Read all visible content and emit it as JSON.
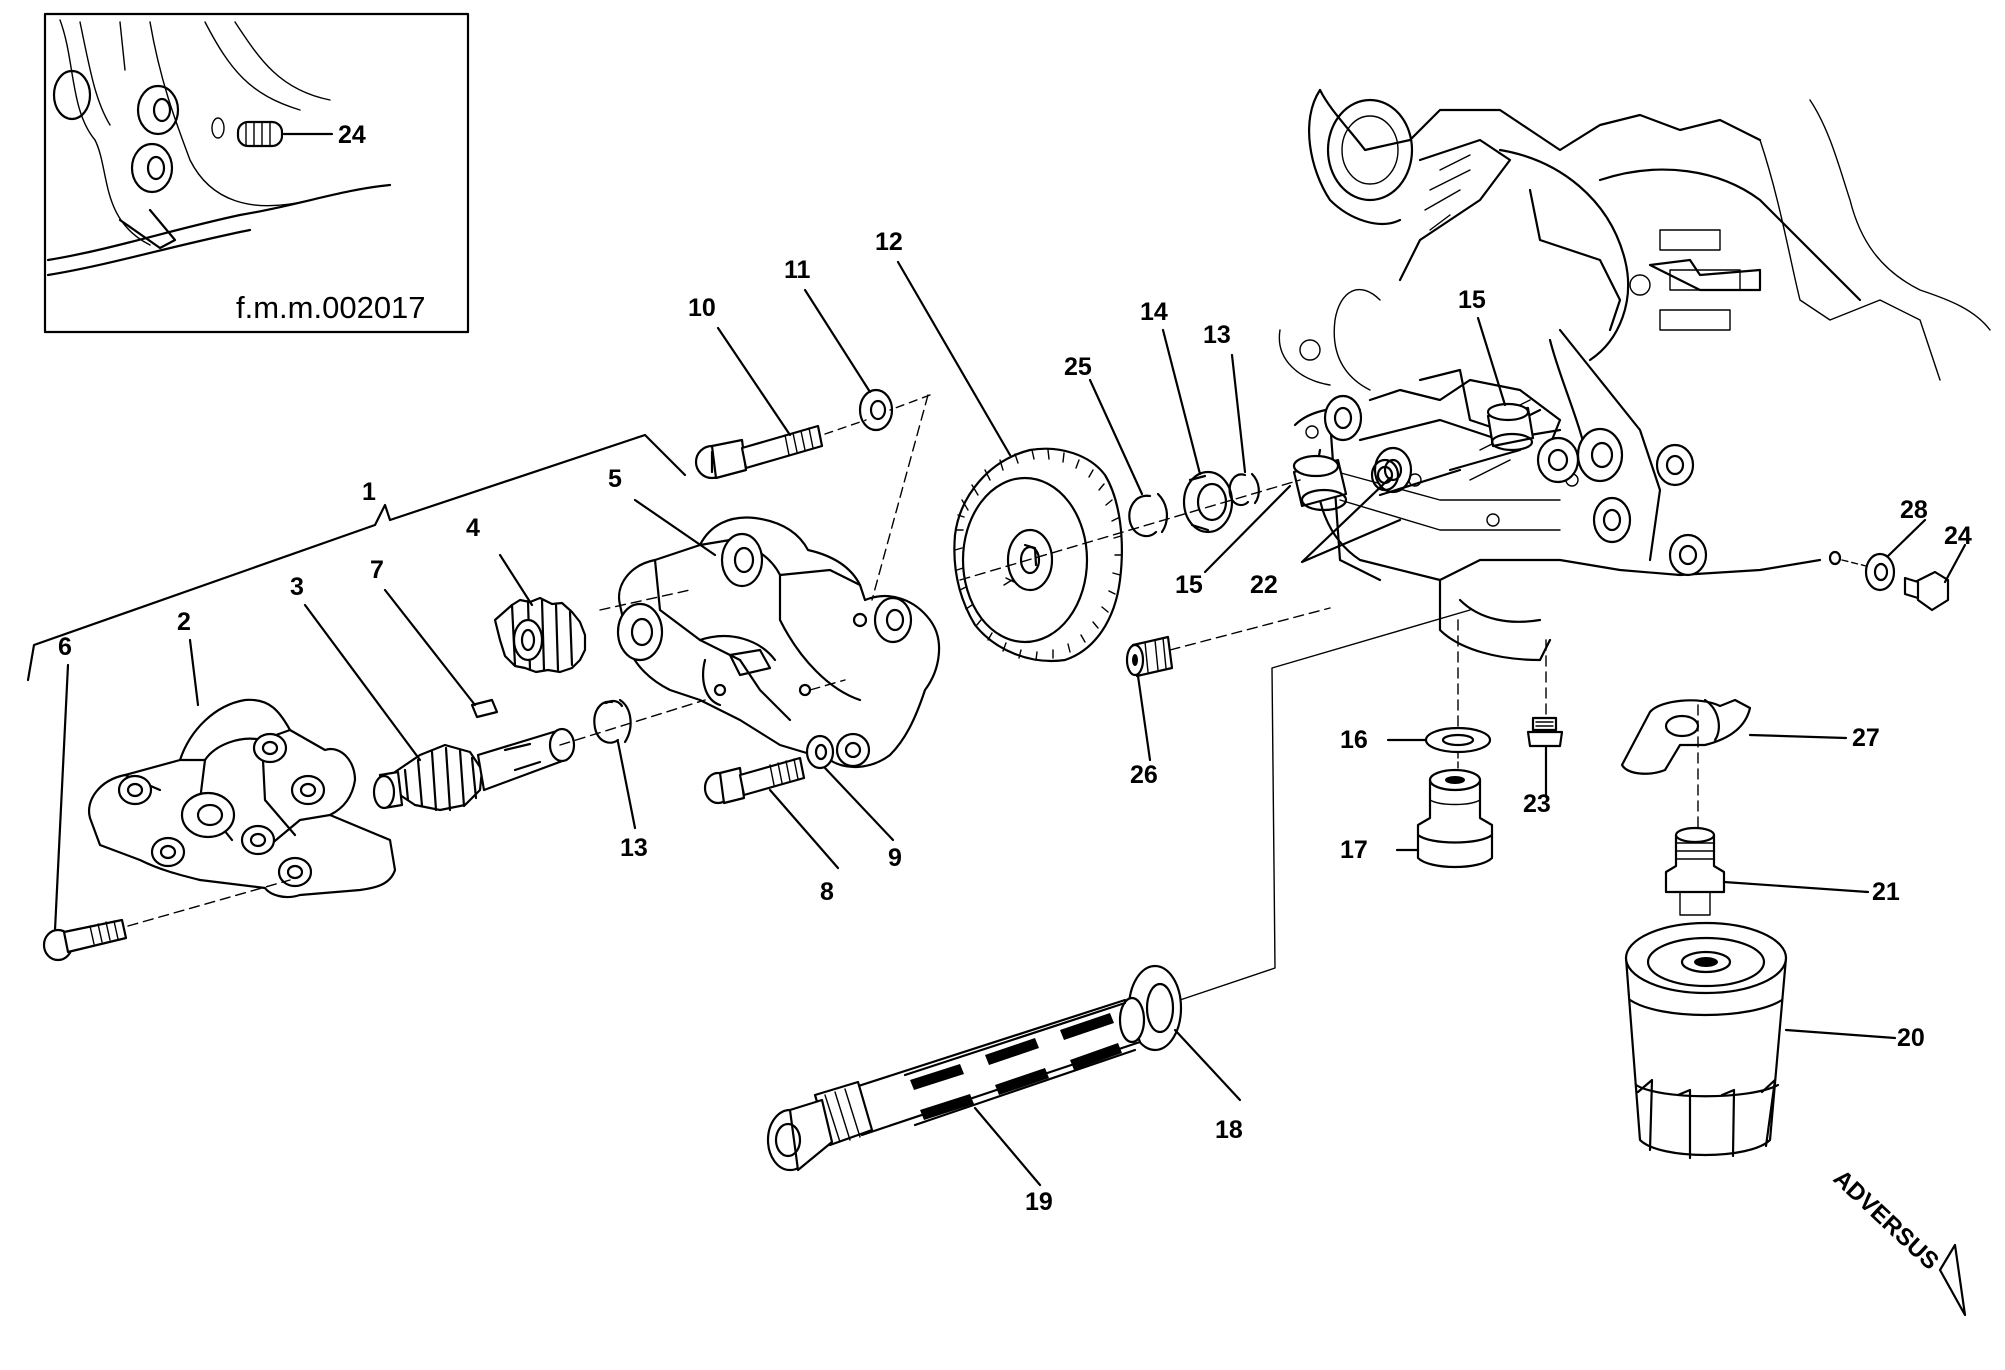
{
  "diagram": {
    "reference_code": "f.m.m.002017",
    "brand_mark": "ADVERSUS",
    "inset_labels": [
      "24"
    ],
    "labels": [
      {
        "id": "l1",
        "text": "1"
      },
      {
        "id": "l2",
        "text": "2"
      },
      {
        "id": "l3",
        "text": "3"
      },
      {
        "id": "l4",
        "text": "4"
      },
      {
        "id": "l5",
        "text": "5"
      },
      {
        "id": "l6",
        "text": "6"
      },
      {
        "id": "l7",
        "text": "7"
      },
      {
        "id": "l8",
        "text": "8"
      },
      {
        "id": "l9",
        "text": "9"
      },
      {
        "id": "l10",
        "text": "10"
      },
      {
        "id": "l11",
        "text": "11"
      },
      {
        "id": "l12",
        "text": "12"
      },
      {
        "id": "l13a",
        "text": "13"
      },
      {
        "id": "l13b",
        "text": "13"
      },
      {
        "id": "l14",
        "text": "14"
      },
      {
        "id": "l15a",
        "text": "15"
      },
      {
        "id": "l15b",
        "text": "15"
      },
      {
        "id": "l16",
        "text": "16"
      },
      {
        "id": "l17",
        "text": "17"
      },
      {
        "id": "l18",
        "text": "18"
      },
      {
        "id": "l19",
        "text": "19"
      },
      {
        "id": "l20",
        "text": "20"
      },
      {
        "id": "l21",
        "text": "21"
      },
      {
        "id": "l22",
        "text": "22"
      },
      {
        "id": "l23",
        "text": "23"
      },
      {
        "id": "l24",
        "text": "24"
      },
      {
        "id": "l25",
        "text": "25"
      },
      {
        "id": "l26",
        "text": "26"
      },
      {
        "id": "l27",
        "text": "27"
      },
      {
        "id": "l28",
        "text": "28"
      }
    ]
  }
}
